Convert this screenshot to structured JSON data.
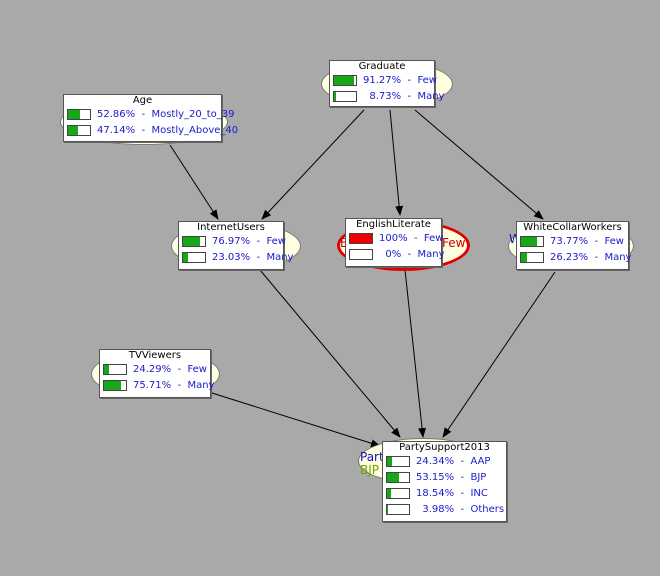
{
  "nodes": [
    {
      "id": "graduate",
      "name": "Graduate",
      "states": [
        {
          "text": "91.27%  -  Few",
          "p": 0.9127
        },
        {
          "text": "  8.73%  -  Many",
          "p": 0.0873
        }
      ]
    },
    {
      "id": "age",
      "name": "Age",
      "states": [
        {
          "text": "52.86%  -  Mostly_20_to_39",
          "p": 0.5286
        },
        {
          "text": "47.14%  -  Mostly_Above_40",
          "p": 0.4714
        }
      ]
    },
    {
      "id": "internetusers",
      "name": "InternetUsers",
      "states": [
        {
          "text": "76.97%  -  Few",
          "p": 0.7697
        },
        {
          "text": "23.03%  -  Many",
          "p": 0.2303
        }
      ]
    },
    {
      "id": "englishliterate",
      "name": "EnglishLiterate",
      "evidence": true,
      "states": [
        {
          "text": "100%  -  Few",
          "p": 1.0
        },
        {
          "text": "  0%  -  Many",
          "p": 0.0
        }
      ]
    },
    {
      "id": "whitecollarworkers",
      "name": "WhiteCollarWorkers",
      "states": [
        {
          "text": "73.77%  -  Few",
          "p": 0.7377
        },
        {
          "text": "26.23%  -  Many",
          "p": 0.2623
        }
      ]
    },
    {
      "id": "tvviewers",
      "name": "TVViewers",
      "states": [
        {
          "text": "24.29%  -  Few",
          "p": 0.2429
        },
        {
          "text": "75.71%  -  Many",
          "p": 0.7571
        }
      ]
    },
    {
      "id": "partysupport2013",
      "name": "PartySupport2013",
      "states": [
        {
          "text": "24.34%  -  AAP",
          "p": 0.2434
        },
        {
          "text": "53.15%  -  BJP",
          "p": 0.5315
        },
        {
          "text": "18.54%  -  INC",
          "p": 0.1854
        },
        {
          "text": "  3.98%  -  Others",
          "p": 0.0398
        }
      ]
    }
  ],
  "edges": [
    [
      "graduate",
      "internetusers"
    ],
    [
      "graduate",
      "englishliterate"
    ],
    [
      "graduate",
      "whitecollarworkers"
    ],
    [
      "age",
      "internetusers"
    ],
    [
      "internetusers",
      "partysupport2013"
    ],
    [
      "englishliterate",
      "partysupport2013"
    ],
    [
      "whitecollarworkers",
      "partysupport2013"
    ],
    [
      "tvviewers",
      "partysupport2013"
    ]
  ],
  "ghost_labels": {
    "english_few": "Few",
    "english_left": "E",
    "white_left": "W",
    "party_top": "Part",
    "party_bottom": "BJP"
  },
  "colors": {
    "probability_bar": "#17a817",
    "evidence_bar": "#ee0000",
    "evidence_ring": "#e00000"
  }
}
